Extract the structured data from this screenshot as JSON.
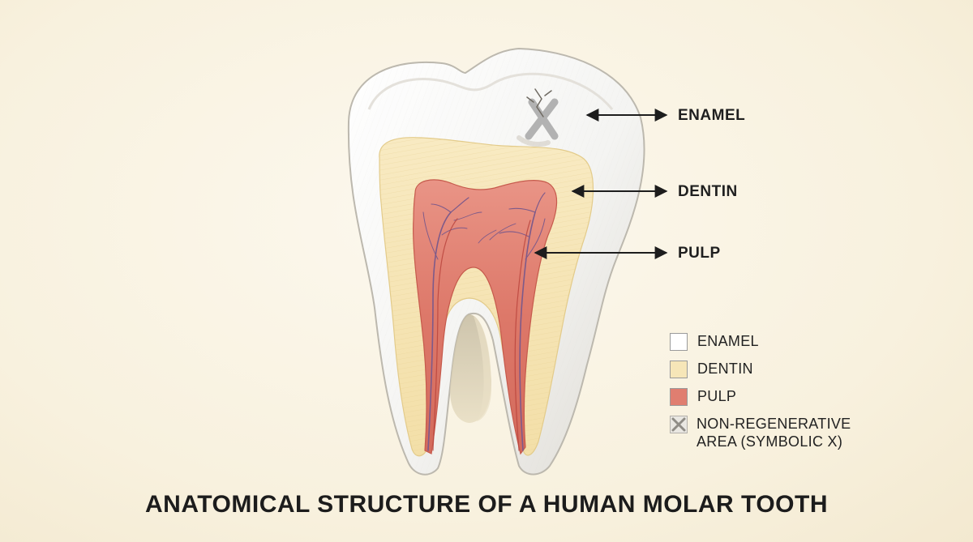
{
  "title": "ANATOMICAL STRUCTURE OF A HUMAN MOLAR TOOTH",
  "callouts": {
    "enamel": "ENAMEL",
    "dentin": "DENTIN",
    "pulp": "PULP"
  },
  "legend": {
    "items": [
      {
        "label": "ENAMEL",
        "color": "#ffffff"
      },
      {
        "label": "DENTIN",
        "color": "#f6e6b8"
      },
      {
        "label": "PULP",
        "color": "#e07e70"
      }
    ],
    "symbolic": {
      "line1": "NON-REGENERATIVE",
      "line2": "AREA (SYMBOLIC X)"
    }
  },
  "colors": {
    "background": "#f8f1de",
    "enamel": "#ffffff",
    "dentin": "#f6e6b8",
    "pulp": "#e07e70",
    "vessel": "#7d5a8a",
    "crack_x": "#a7a7a7"
  },
  "icons": {
    "crack_marker": "x-mark-icon",
    "pointer": "double-arrow-icon"
  }
}
